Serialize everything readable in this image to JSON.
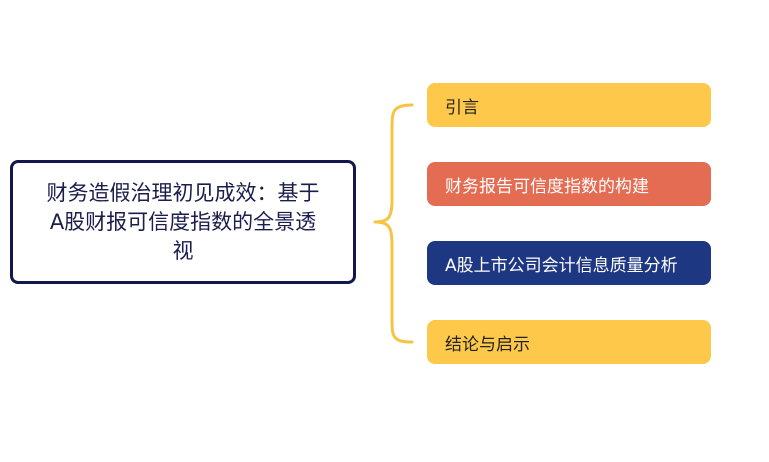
{
  "root": {
    "title": "财务造假治理初见成效：基于A股财报可信度指数的全景透视",
    "border_color": "#14174a"
  },
  "connector_color": "#f6c445",
  "branches": [
    {
      "label": "引言",
      "bg": "#fec84a",
      "color": "#222222"
    },
    {
      "label": "财务报告可信度指数的构建",
      "bg": "#e46c52",
      "color": "#ffffff"
    },
    {
      "label": "A股上市公司会计信息质量分析",
      "bg": "#1e3783",
      "color": "#ffffff"
    },
    {
      "label": "结论与启示",
      "bg": "#fec84a",
      "color": "#222222"
    }
  ]
}
